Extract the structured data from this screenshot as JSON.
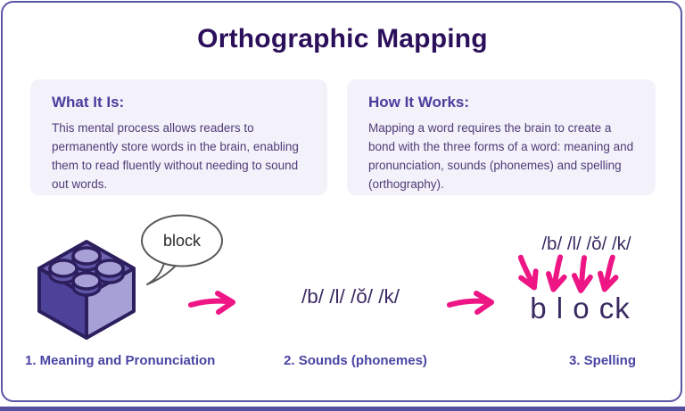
{
  "title": "Orthographic Mapping",
  "info_boxes": {
    "what": {
      "heading": "What It Is:",
      "body": "This mental process allows readers to permanently store words in the brain, enabling them to read fluently without needing to sound out words."
    },
    "how": {
      "heading": "How It Works:",
      "body": "Mapping a word requires the brain to create a bond with the three forms of a word: meaning and pronunciation, sounds (phonemes) and spelling (orthography)."
    }
  },
  "diagram": {
    "speech_bubble_word": "block",
    "phonemes_middle": "/b/ /l/ /ŏ/ /k/",
    "phonemes_above_word": "/b/ /l/ /ŏ/ /k/",
    "spelled_word": "b l o ck",
    "step1_label": "1. Meaning and Pronunciation",
    "step2_label": "2. Sounds (phonemes)",
    "step3_label": "3. Spelling"
  },
  "icons": {
    "lego_brick": "isometric 2x2 purple toy brick",
    "speech_bubble": "white speech bubble with gray outline",
    "arrow_right": "pink hand-drawn right arrow",
    "arrow_down": "pink hand-drawn down arrow"
  },
  "colors": {
    "title_text": "#2c0f5b",
    "box_background": "#f3f1fa",
    "box_heading": "#4a3e9d",
    "box_body_text": "#4f3c78",
    "diagram_text": "#3a2a62",
    "step_label": "#4a44a3",
    "arrow_pink": "#ee1585",
    "card_border": "#5b55a6",
    "bottom_bar": "#544e9e",
    "brick_top": "#6d64b2",
    "brick_left": "#4c4299",
    "brick_right": "#a6a0d6",
    "brick_outline": "#2d1f5e"
  }
}
